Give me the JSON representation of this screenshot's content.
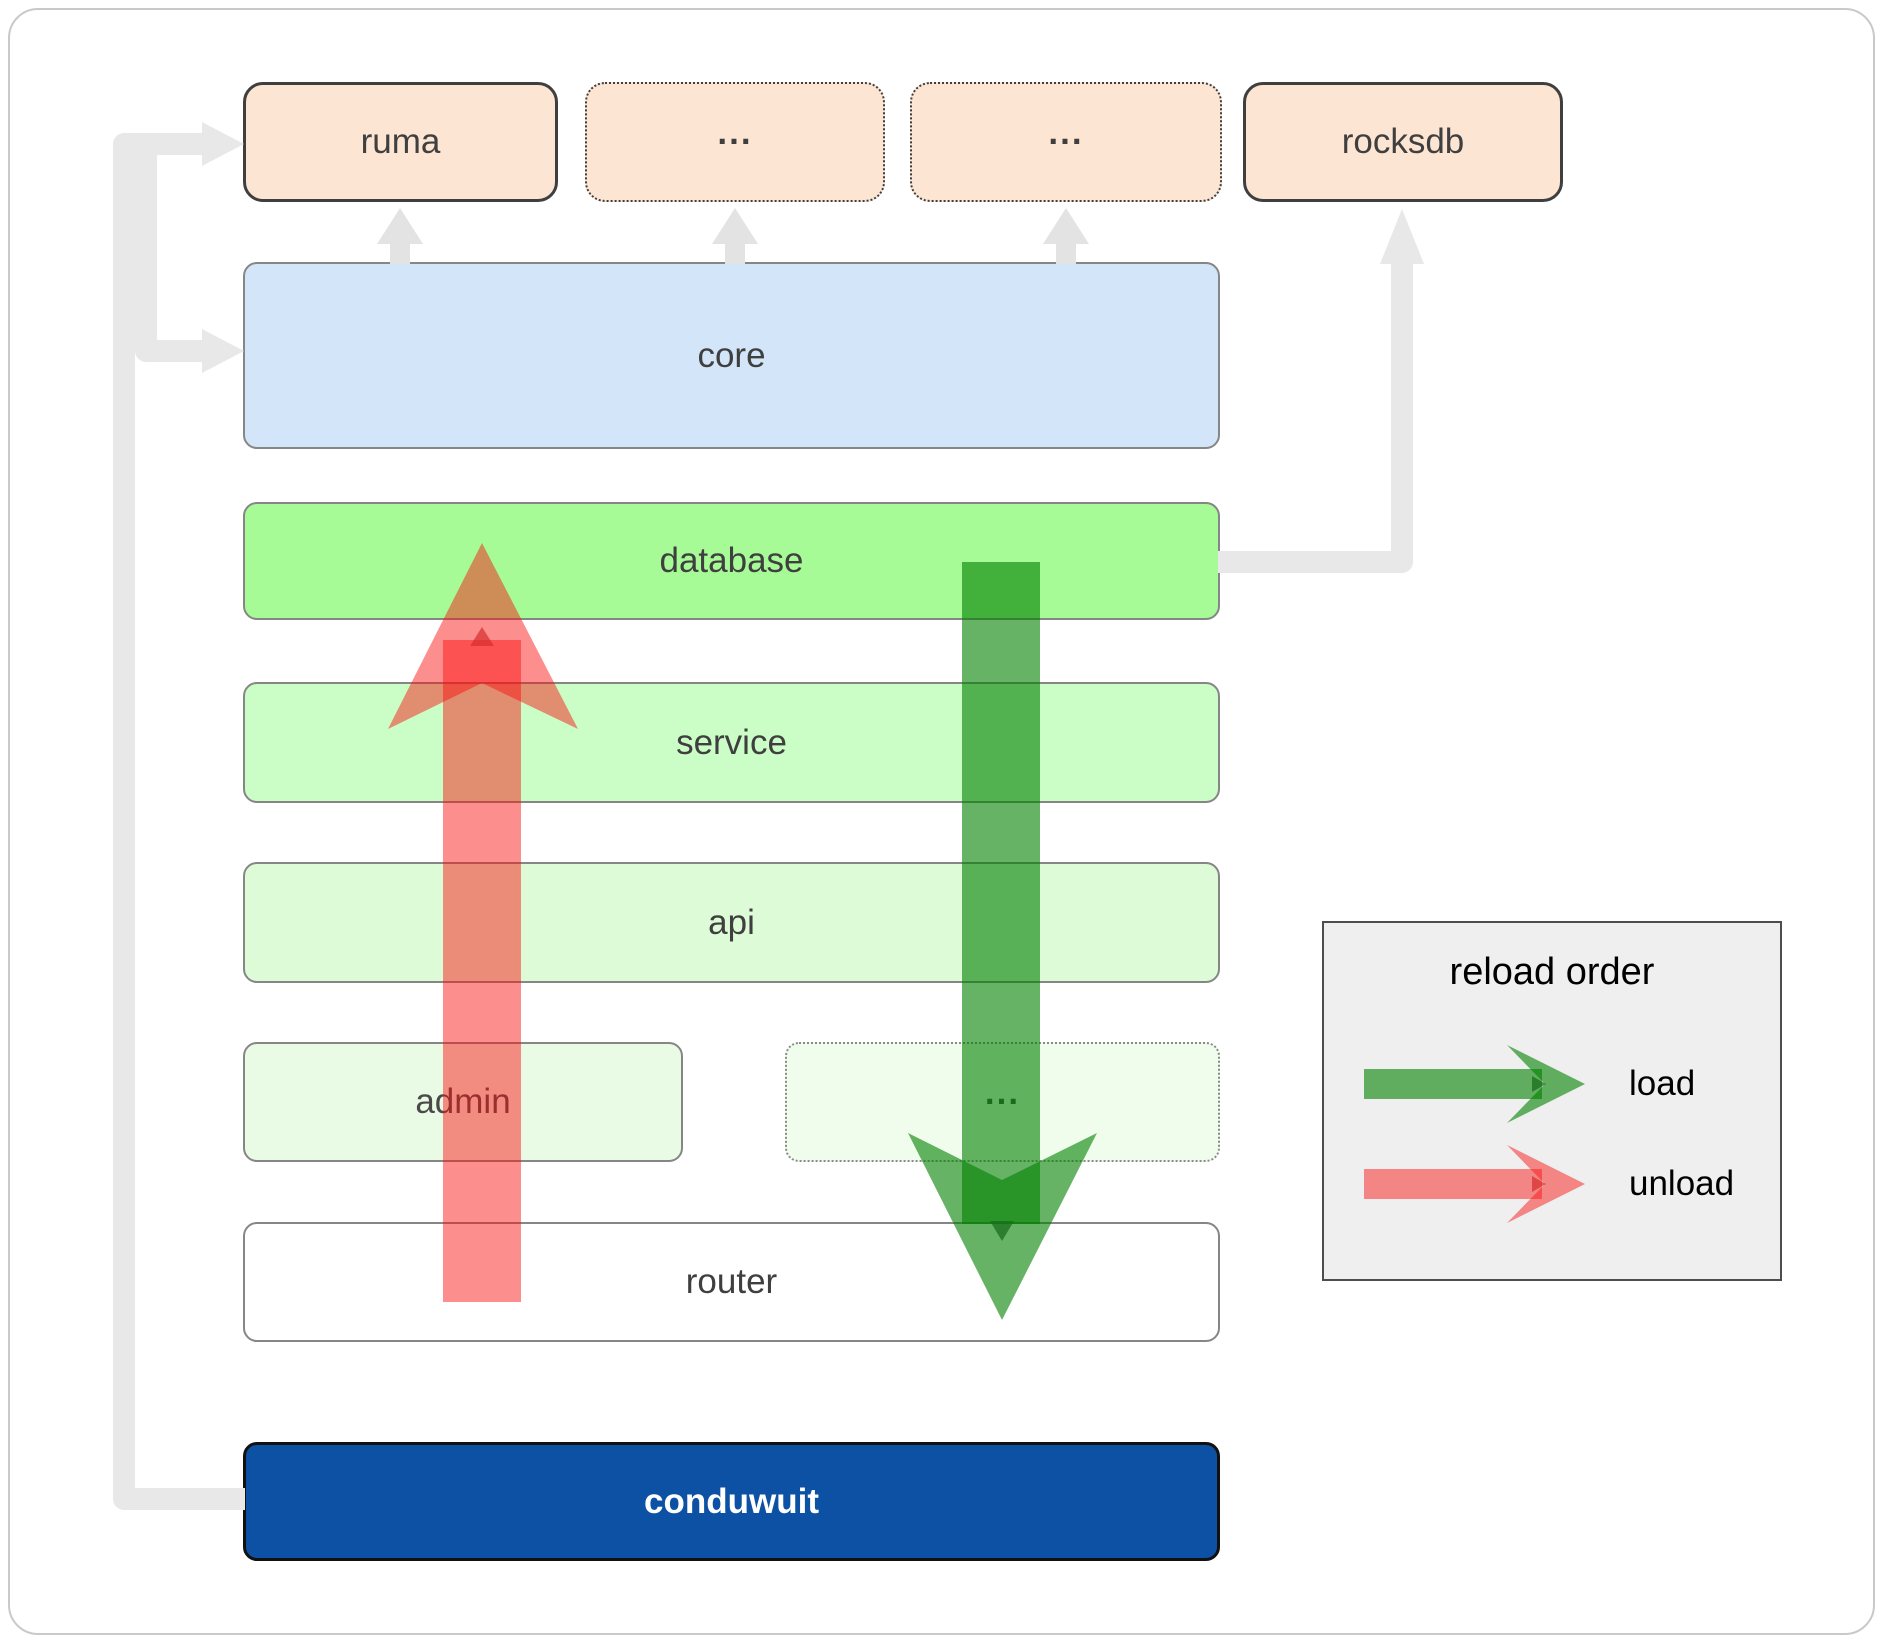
{
  "nodes": {
    "ruma": "ruma",
    "dots_top_1": "...",
    "dots_top_2": "...",
    "rocksdb": "rocksdb",
    "core": "core",
    "database": "database",
    "service": "service",
    "api": "api",
    "admin": "admin",
    "dots_admin_row": "...",
    "router": "router",
    "conduwuit": "conduwuit"
  },
  "legend": {
    "title": "reload order",
    "items": [
      {
        "label": "load",
        "color": "#008000"
      },
      {
        "label": "unload",
        "color": "#fa0f0f"
      }
    ]
  },
  "colors": {
    "peach_box": "#fce5d3",
    "dark_box_border": "#3f3f3f",
    "core_blue": "#d3e5f8",
    "database_green": "#a6fb96",
    "service_green": "#cbfdc6",
    "api_green": "#ddfbd7",
    "admin_green": "#eafbe5",
    "dots_row_green": "#f0fcec",
    "router_white": "#ffffff",
    "conduwuit_blue": "#0c51a3",
    "connector_gray": "#e8e8e8",
    "load_arrow": "rgba(0,128,0,0.60)",
    "unload_arrow": "rgba(250,15,15,0.47)",
    "legend_bg": "#efefef",
    "node_text": "#3f3f3f"
  }
}
